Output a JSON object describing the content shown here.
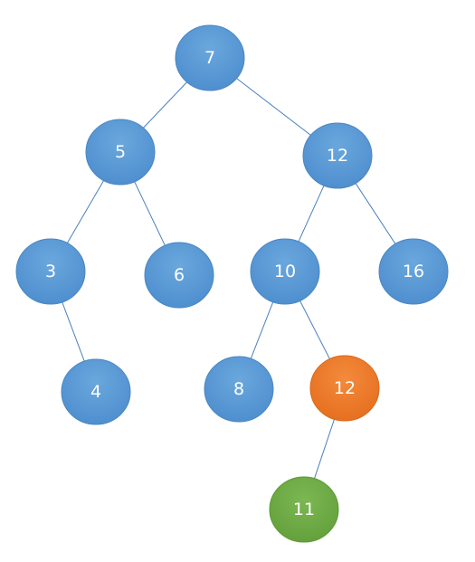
{
  "colors": {
    "default_node": "#5b9bd5",
    "default_node_edge": "#4a87c2",
    "highlight_node": "#ed7d31",
    "highlight_node_edge": "#d9691d",
    "new_node": "#70ad47",
    "new_node_edge": "#5e9a37",
    "edge_line": "#4a7fc0",
    "label": "#ffffff"
  },
  "tree": {
    "nodes": [
      {
        "id": "n7",
        "label": "7",
        "style": "default"
      },
      {
        "id": "n5",
        "label": "5",
        "style": "default"
      },
      {
        "id": "n12",
        "label": "12",
        "style": "default"
      },
      {
        "id": "n3",
        "label": "3",
        "style": "default"
      },
      {
        "id": "n6",
        "label": "6",
        "style": "default"
      },
      {
        "id": "n10",
        "label": "10",
        "style": "default"
      },
      {
        "id": "n16",
        "label": "16",
        "style": "default"
      },
      {
        "id": "n4",
        "label": "4",
        "style": "default"
      },
      {
        "id": "n8",
        "label": "8",
        "style": "default"
      },
      {
        "id": "n12b",
        "label": "12",
        "style": "highlight"
      },
      {
        "id": "n11",
        "label": "11",
        "style": "new"
      }
    ],
    "edges": [
      {
        "from": "n7",
        "to": "n5"
      },
      {
        "from": "n7",
        "to": "n12"
      },
      {
        "from": "n5",
        "to": "n3"
      },
      {
        "from": "n5",
        "to": "n6"
      },
      {
        "from": "n12",
        "to": "n10"
      },
      {
        "from": "n12",
        "to": "n16"
      },
      {
        "from": "n3",
        "to": "n4"
      },
      {
        "from": "n10",
        "to": "n8"
      },
      {
        "from": "n10",
        "to": "n12b"
      },
      {
        "from": "n12b",
        "to": "n11"
      }
    ]
  }
}
